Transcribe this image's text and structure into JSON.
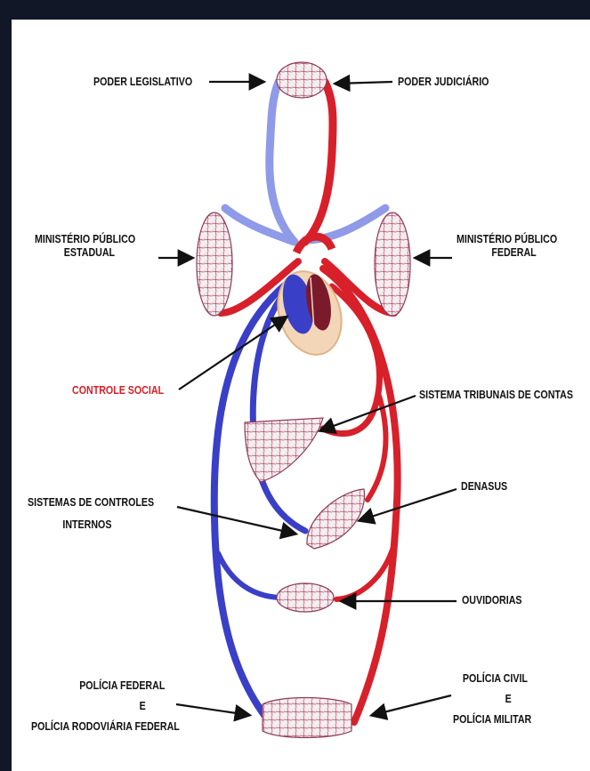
{
  "labels": {
    "poder_legislativo": "PODER LEGISLATIVO",
    "poder_judiciario": "PODER JUDICIÁRIO",
    "mp_estadual_1": "MINISTÉRIO PÚBLICO",
    "mp_estadual_2": "ESTADUAL",
    "mp_federal_1": "MINISTÉRIO PÚBLICO",
    "mp_federal_2": "FEDERAL",
    "controle_social": "CONTROLE SOCIAL",
    "tribunais_contas": "SISTEMA TRIBUNAIS DE CONTAS",
    "controles_internos_1": "SISTEMAS DE CONTROLES",
    "controles_internos_2": "INTERNOS",
    "denasus": "DENASUS",
    "ouvidorias": "OUVIDORIAS",
    "pf_1": "POLÍCIA FEDERAL",
    "pf_2": "E",
    "pf_3": "POLÍCIA RODOVIÁRIA FEDERAL",
    "pc_1": "POLÍCIA CIVIL",
    "pc_2": "E",
    "pc_3": "POLÍCIA MILITAR"
  },
  "colors": {
    "artery": "#d8202a",
    "vein": "#3a3fc8",
    "vein_light": "#8f9ae8",
    "highlight": "#d8202a",
    "text": "#111111",
    "arrow": "#111111"
  }
}
